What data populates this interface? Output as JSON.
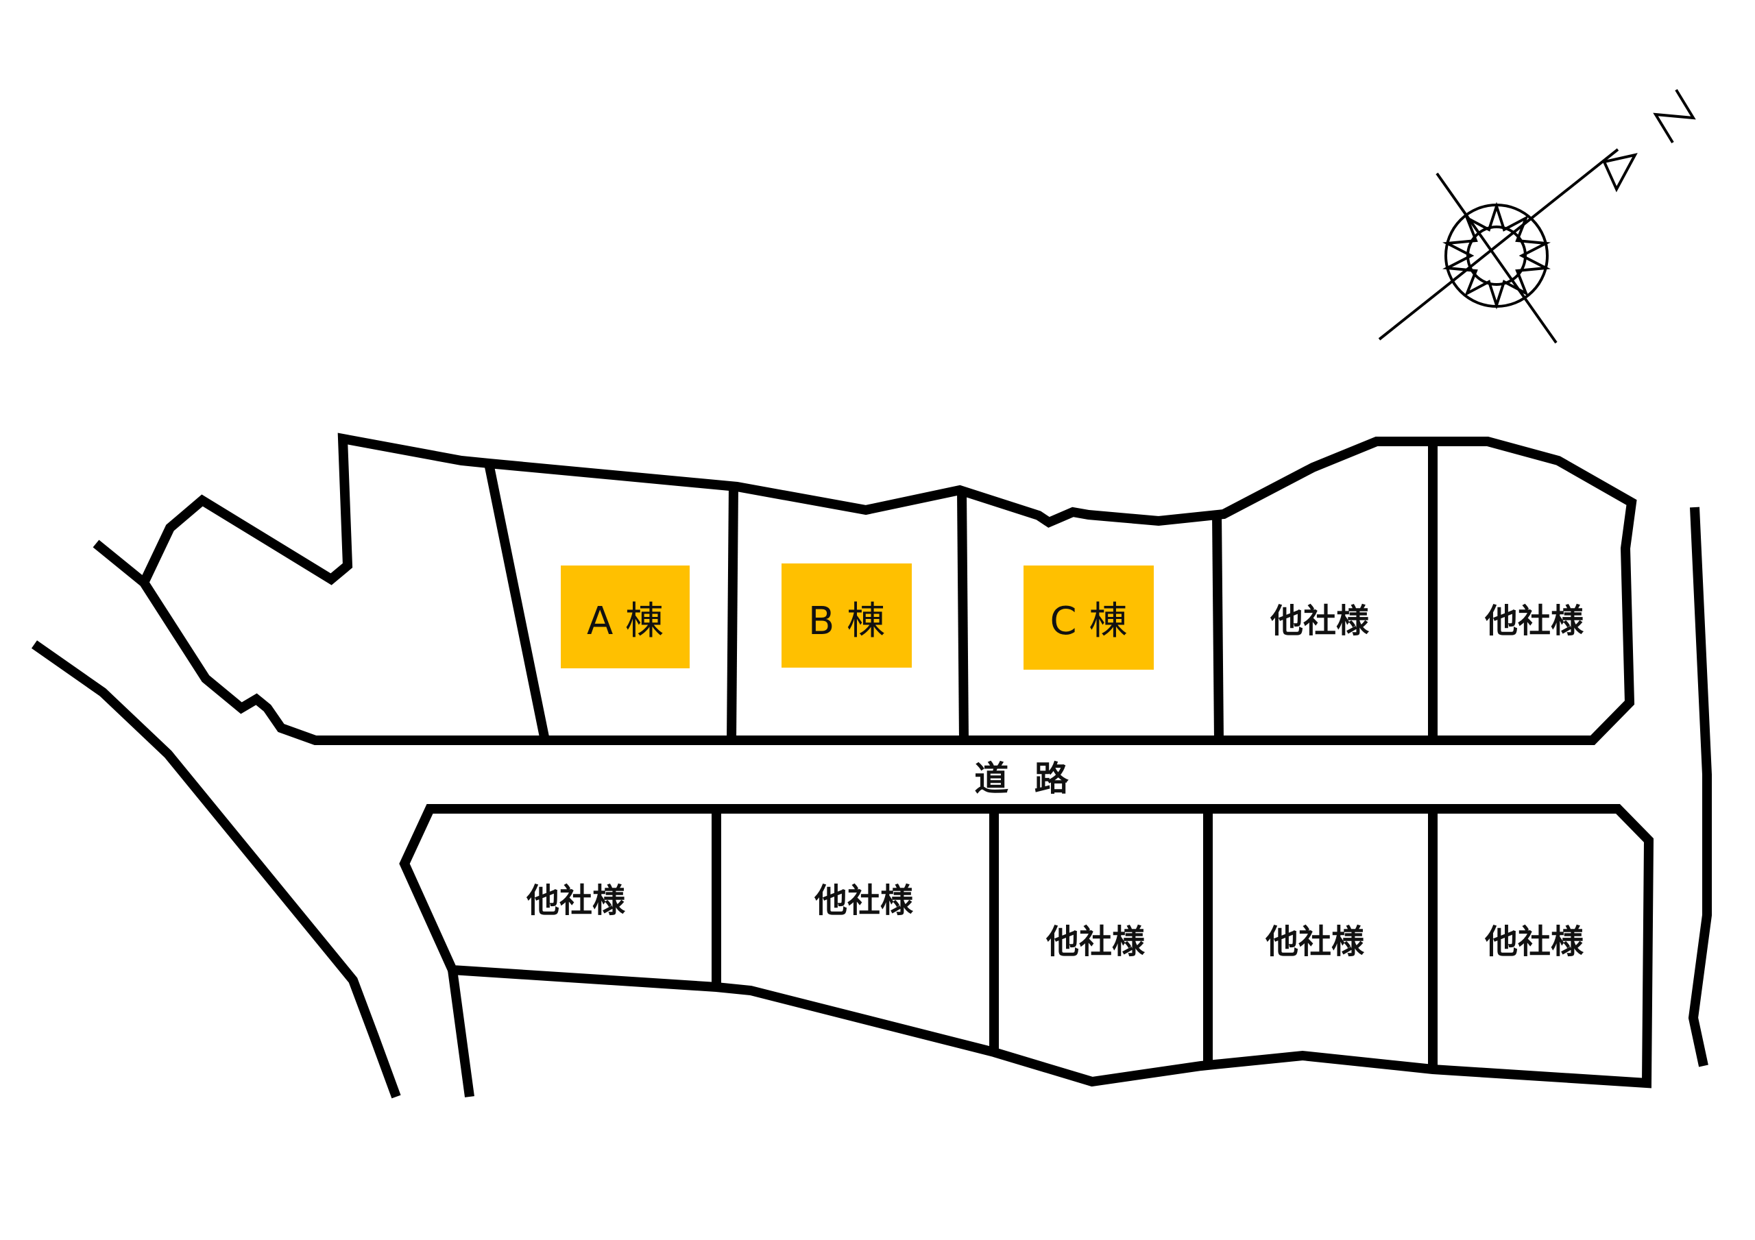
{
  "road": {
    "label": "道 路"
  },
  "lots_for_sale": [
    {
      "label": "A 棟"
    },
    {
      "label": "B 棟"
    },
    {
      "label": "C 棟"
    }
  ],
  "other_lots": [
    {
      "label": "他社様"
    },
    {
      "label": "他社様"
    },
    {
      "label": "他社様"
    },
    {
      "label": "他社様"
    },
    {
      "label": "他社様"
    },
    {
      "label": "他社様"
    },
    {
      "label": "他社様"
    }
  ],
  "compass": {
    "north_label": "N",
    "icon": "compass-rose-icon"
  },
  "colors": {
    "highlight": "#FFC000",
    "line": "#000000",
    "background": "#FFFFFF"
  }
}
